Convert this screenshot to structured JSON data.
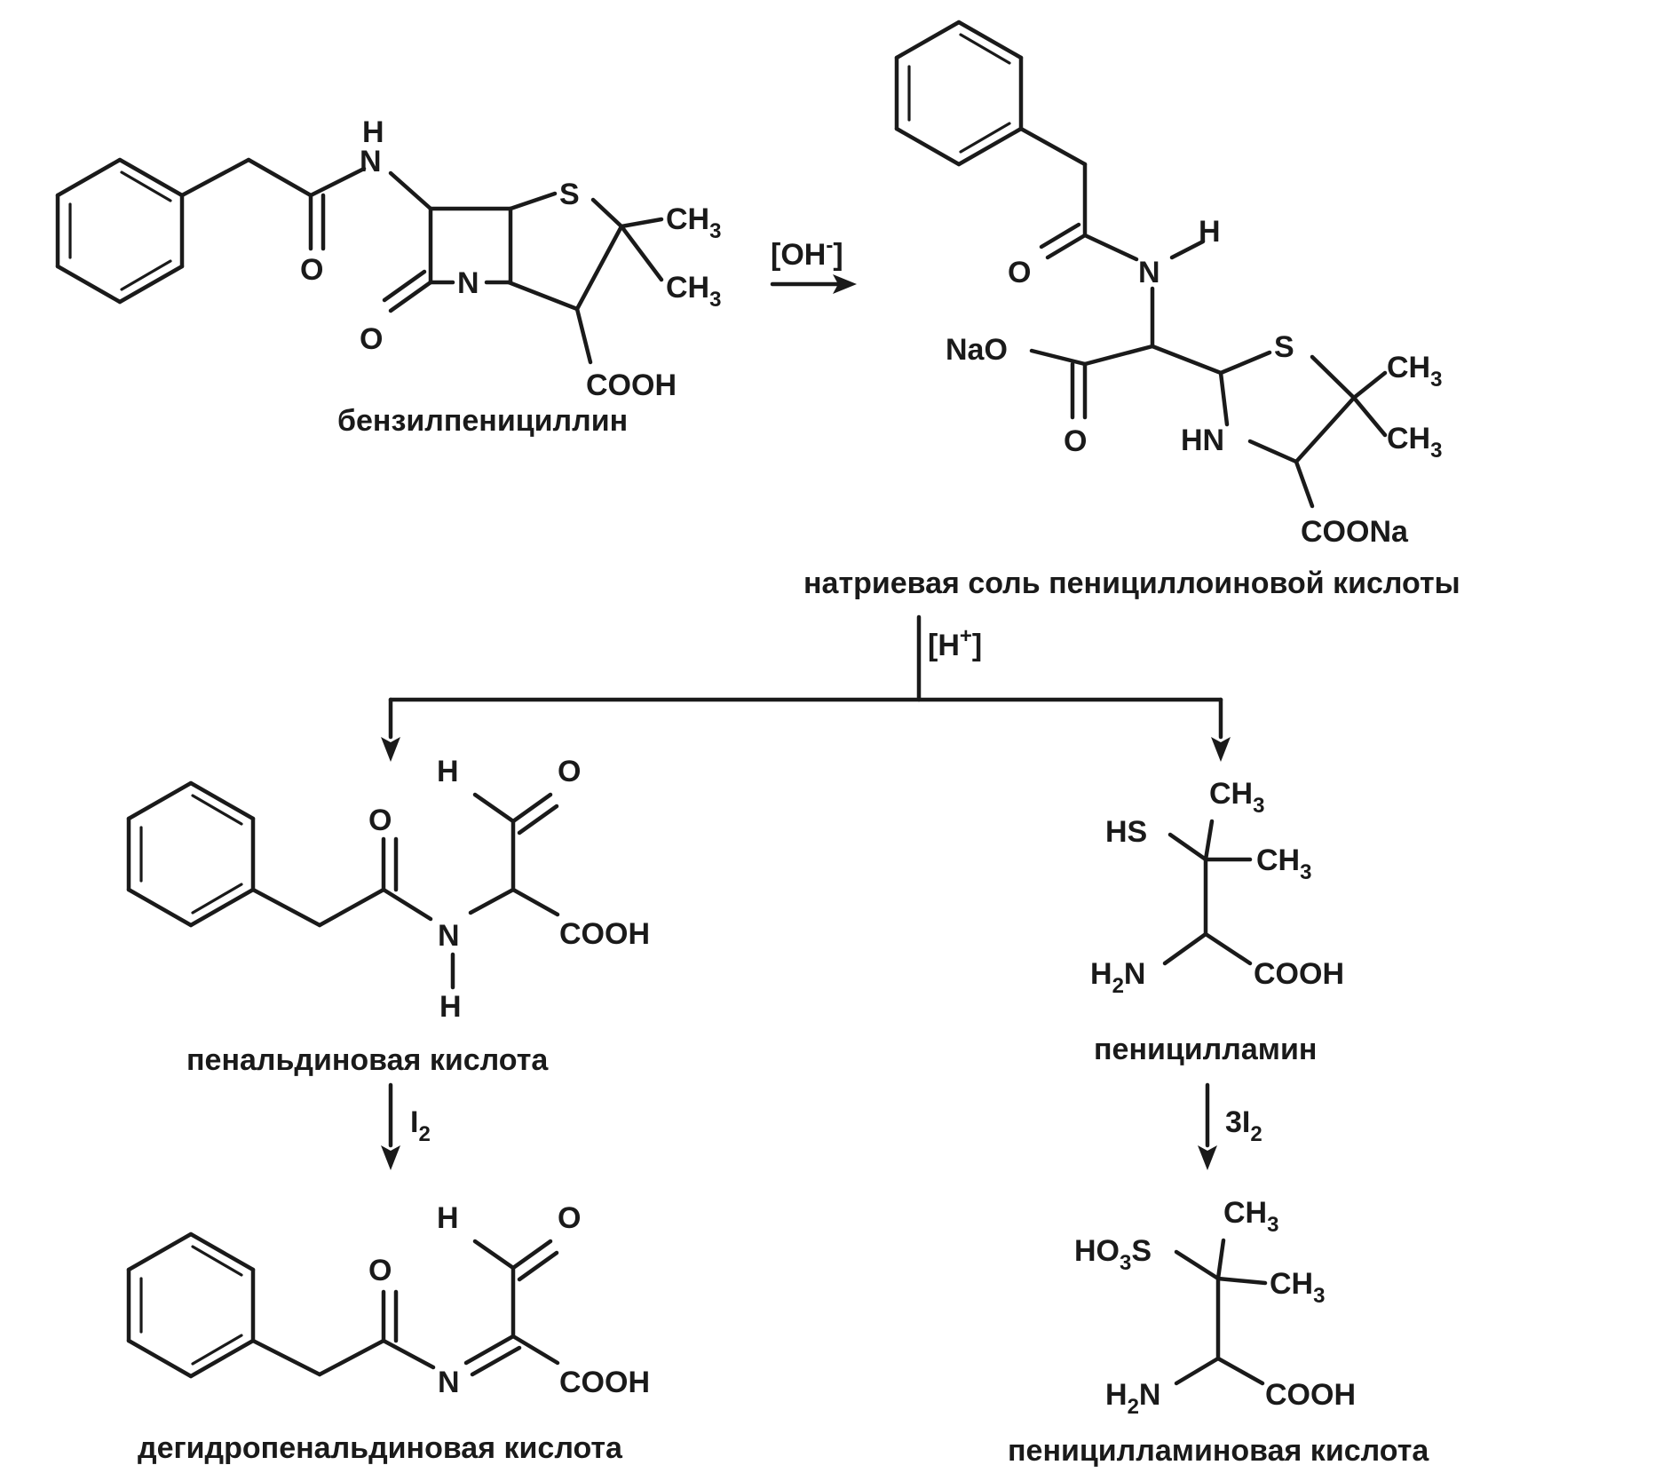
{
  "compounds": {
    "benzylpenicillin": {
      "name": "бензилпенициллин",
      "atoms": {
        "nh_h": "H",
        "nh_n": "N",
        "amide_o": "O",
        "lactam_o": "O",
        "ring_n": "N",
        "ring_s": "S",
        "me1": "CH",
        "me2": "CH",
        "cooh": "COOH"
      }
    },
    "sodium_penicilloate": {
      "name": "натриевая  соль пенициллоиновой кислоты",
      "atoms": {
        "nh_h": "H",
        "nh_n": "N",
        "amide_o": "O",
        "nao": "NaO",
        "ester_o": "O",
        "hn": "HN",
        "ring_s": "S",
        "me1": "CH",
        "me2": "CH",
        "coona": "COONa"
      }
    },
    "penaldic_acid": {
      "name": "пенальдиновая  кислота",
      "atoms": {
        "ald_h": "H",
        "ald_o": "O",
        "amide_o": "O",
        "nh_n": "N",
        "nh_h": "H",
        "cooh": "COOH"
      }
    },
    "penicillamine": {
      "name": "пеницилламин",
      "atoms": {
        "hs": "HS",
        "me1": "CH",
        "me2": "CH",
        "h2n": "H",
        "h2n_n": "N",
        "cooh": "COOH"
      }
    },
    "dehydropenaldic_acid": {
      "name": "дегидропенальдиновая  кислота",
      "atoms": {
        "ald_h": "H",
        "ald_o": "O",
        "amide_o": "O",
        "imine_n": "N",
        "cooh": "COOH"
      }
    },
    "penicillaminic_acid": {
      "name": "пеницилламиновая  кислота",
      "atoms": {
        "ho3s_a": "HO",
        "ho3s_b": "S",
        "me1": "CH",
        "me2": "CH",
        "h2n": "H",
        "h2n_n": "N",
        "cooh": "COOH"
      }
    }
  },
  "subscripts": {
    "three": "3",
    "two": "2"
  },
  "conditions": {
    "hydroxide": {
      "open": "[OH",
      "charge": "-",
      "close": "]"
    },
    "acid": {
      "open": "[H",
      "charge": "+",
      "close": "]"
    },
    "iodine": {
      "symbol": "I",
      "count": "2"
    },
    "triiodine": {
      "symbol": "3I",
      "count": "2"
    }
  }
}
